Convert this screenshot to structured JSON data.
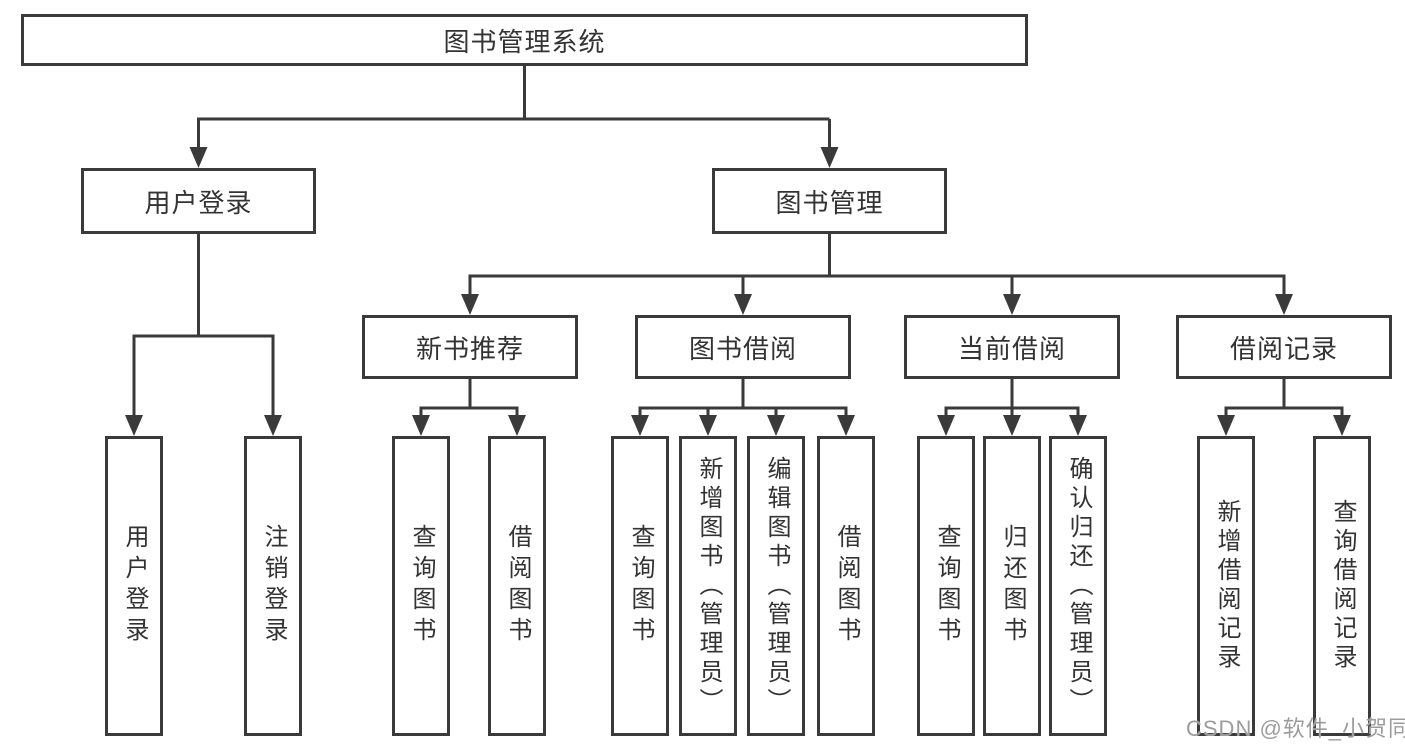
{
  "diagram": {
    "root": {
      "label": "图书管理系统"
    },
    "branches": {
      "user_login": {
        "label": "用户登录",
        "children": [
          "用户登录",
          "注销登录"
        ]
      },
      "book_mgmt": {
        "label": "图书管理",
        "sections": {
          "new_book": {
            "label": "新书推荐",
            "children": [
              "查询图书",
              "借阅图书"
            ]
          },
          "book_borrow": {
            "label": "图书借阅",
            "children": [
              "查询图书",
              "新增图书（管理员）",
              "编辑图书（管理员）",
              "借阅图书"
            ]
          },
          "current_borrow": {
            "label": "当前借阅",
            "children": [
              "查询图书",
              "归还图书",
              "确认归还（管理员）"
            ]
          },
          "borrow_records": {
            "label": "借阅记录",
            "children": [
              "新增借阅记录",
              "查询借阅记录"
            ]
          }
        }
      }
    },
    "watermark": "CSDN @软件_小贺同学",
    "colors": {
      "line": "#3a3a3a",
      "text": "#333333",
      "watermark": "#9c9c9c",
      "background": "#ffffff"
    }
  }
}
